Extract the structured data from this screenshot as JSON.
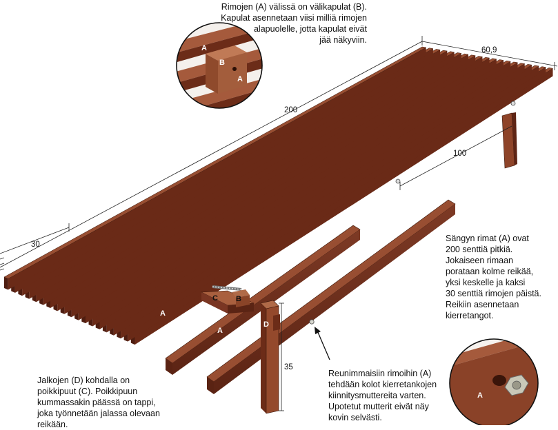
{
  "dimensions": {
    "width": "60,9",
    "length": "200",
    "middle": "100",
    "end": "30",
    "leg": "35"
  },
  "part_labels": {
    "a": "A",
    "b": "B",
    "c": "C",
    "d": "D"
  },
  "notes": {
    "top": [
      "Rimojen (A) välissä on välikapulat (B).",
      "Kapulat asennetaan viisi milliä rimojen",
      "alapuolelle, jotta kapulat eivät",
      "jää näkyviin."
    ],
    "right": [
      "Sängyn rimat (A) ovat",
      "200 senttiä pitkiä.",
      "Jokaiseen rimaan",
      "porataan kolme reikää,",
      "yksi keskelle ja kaksi",
      "30 senttiä rimojen päistä.",
      "Reikiin asennetaan",
      "kierretangot."
    ],
    "bottom_left": [
      "Jalkojen (D) kohdalla on",
      "poikkipuut (C). Poikkipuun",
      "kummassakin päässä on tappi,",
      "joka työnnetään jalassa olevaan",
      "reikään."
    ],
    "bottom_mid": [
      "Reunimmaisiin rimoihin (A)",
      "tehdään kolot kierretankojen",
      "kiinnitysmuttereita varten.",
      "Upotetut mutterit eivät näy",
      "kovin selvästi."
    ]
  },
  "colors": {
    "wood_top": "#9a4e33",
    "wood_side": "#7a3623",
    "wood_dark": "#4e1d10",
    "line": "#222222"
  }
}
